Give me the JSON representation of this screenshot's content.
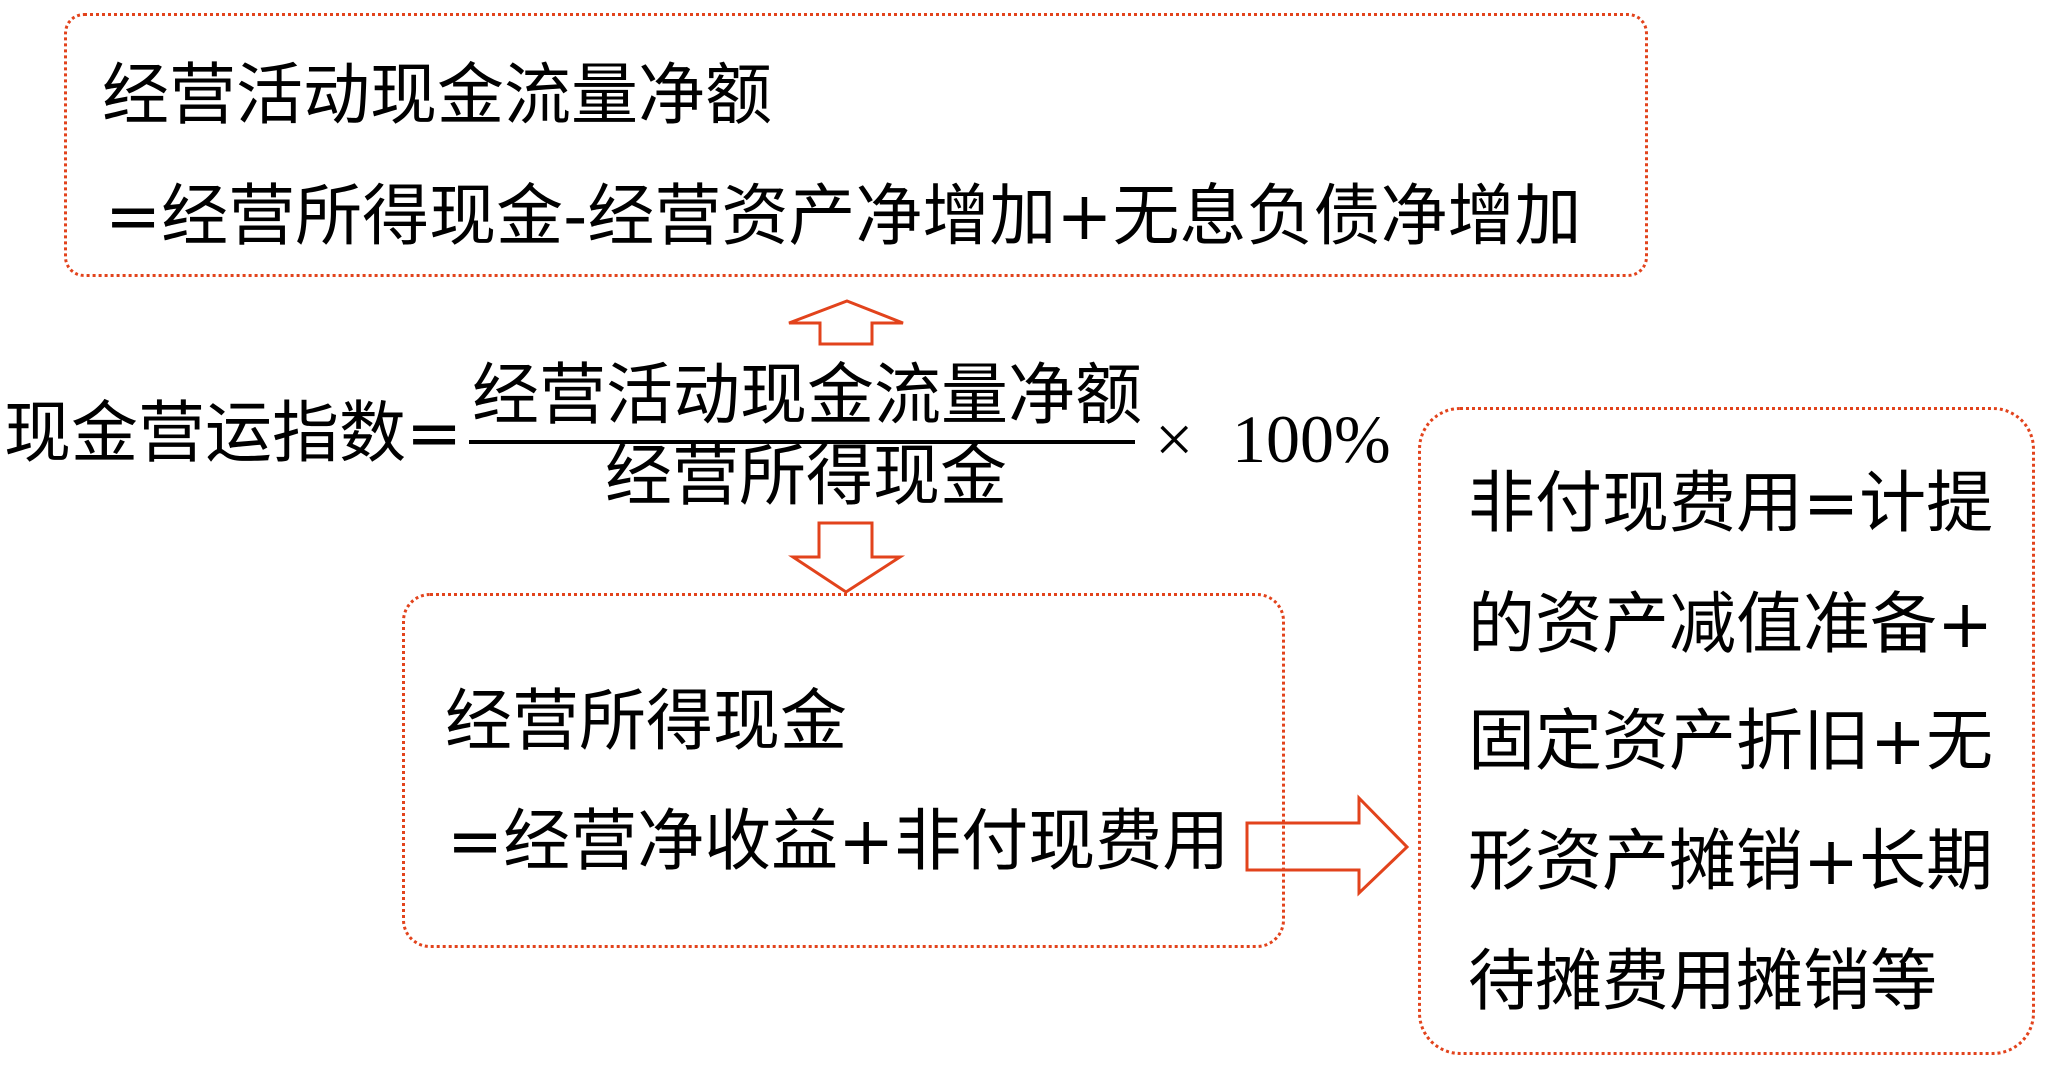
{
  "colors": {
    "accent": "#E2431C",
    "text": "#000000",
    "background": "#FFFFFF"
  },
  "top_box": {
    "line1": "经营活动现金流量净额",
    "line2": "=经营所得现金-经营资产净增加+无息负债净增加"
  },
  "formula": {
    "lhs": "现金营运指数=",
    "numerator": "经营活动现金流量净额",
    "denominator": "经营所得现金",
    "times_sign": "×",
    "percent": "100%"
  },
  "middle_box": {
    "line1": "经营所得现金",
    "line2": "=经营净收益+非付现费用"
  },
  "right_box": {
    "lines": [
      "非付现费用=计提",
      "的资产减值准备+",
      "固定资产折旧+无",
      "形资产摊销+长期",
      "待摊费用摊销等"
    ]
  },
  "arrows": {
    "up": "arrow-up-icon",
    "down": "arrow-down-icon",
    "right": "arrow-right-icon"
  }
}
